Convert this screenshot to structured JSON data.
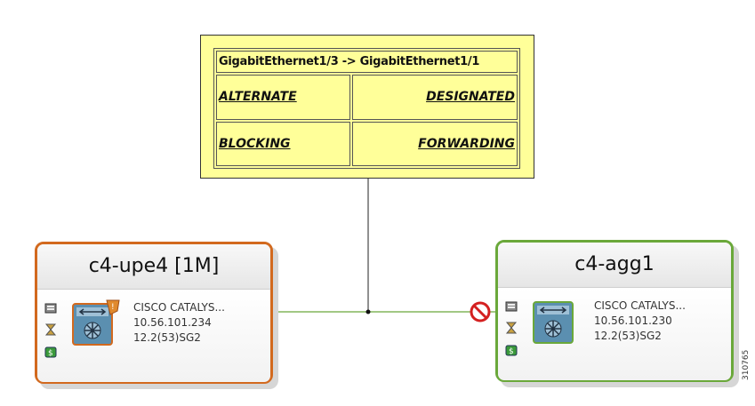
{
  "link_info": {
    "header": "GigabitEthernet1/3 -> GigabitEthernet1/1",
    "role_left": "ALTERNATE",
    "role_right": "DESIGNATED",
    "state_left": "BLOCKING",
    "state_right": "FORWARDING"
  },
  "devices": [
    {
      "name": "c4-upe4 [1M]",
      "model": "CISCO CATALYS...",
      "ip": "10.56.101.234",
      "version": "12.2(53)SG2",
      "border_color": "#d2691e"
    },
    {
      "name": "c4-agg1",
      "model": "CISCO CATALYS...",
      "ip": "10.56.101.230",
      "version": "12.2(53)SG2",
      "border_color": "#6aa83a"
    }
  ],
  "link": {
    "color": "#6aa83a",
    "state_icon": "blocked-icon"
  },
  "figure_id": "310765"
}
